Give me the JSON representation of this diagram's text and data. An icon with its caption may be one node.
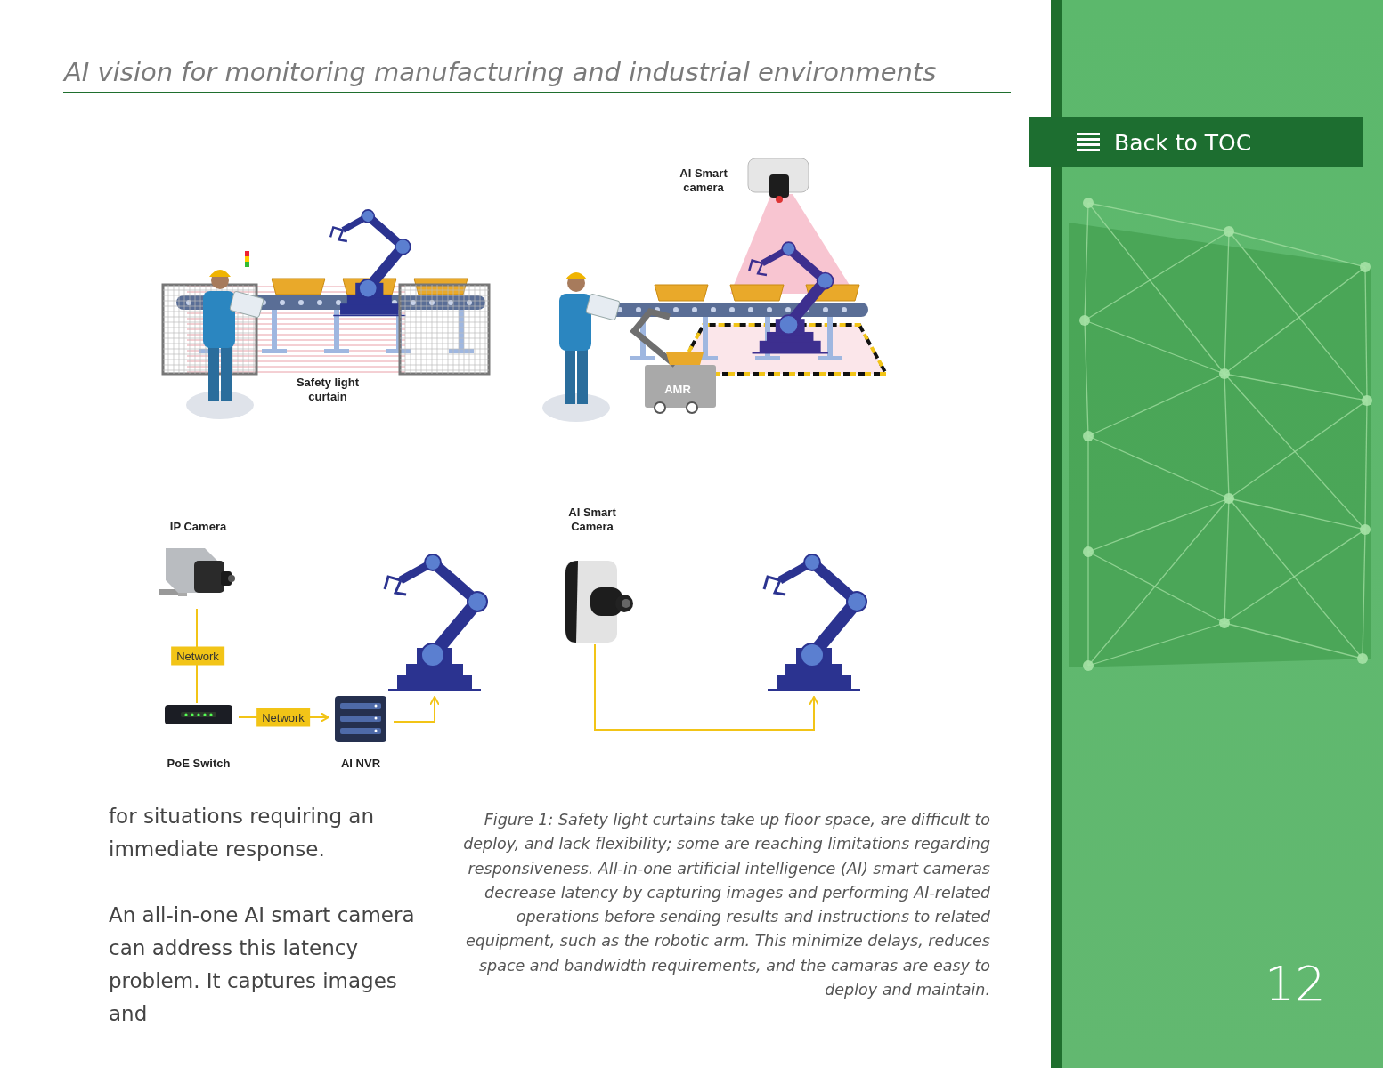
{
  "diagram": {
    "title": "AI vision for monitoring manufacturing and industrial environments",
    "caption": "Figure 1: Safety light curtains take up floor space, are difficult to deploy, and lack flexibility; some are reaching limitations regarding responsiveness. All-in-one artificial intelligence (AI) smart cameras decrease latency by capturing images and performing AI-related operations before sending results and instructions to related equipment, such as the robotic arm. This minimize delays, reduces space and bandwidth requirements, and the camaras are easy to deploy and maintain.",
    "nodes": [
      {
        "text": [
          "IP Camera"
        ]
      },
      {
        "text": [
          "PoE Switch"
        ]
      },
      {
        "text": [
          "AI NVR"
        ]
      },
      {
        "text": [],
        "shape": "picture"
      },
      {
        "text": [
          "AI Smart Camera"
        ]
      },
      {
        "text": [],
        "shape": "picture"
      }
    ],
    "edges": [
      {
        "from": 0,
        "to": 1,
        "arrow": "none",
        "label": "Network"
      },
      {
        "from": 1,
        "to": 2,
        "arrow": "to",
        "label": "Network"
      },
      {
        "from": 2,
        "to": 3,
        "arrow": "to"
      },
      {
        "from": 4,
        "to": 5,
        "arrow": "to"
      }
    ],
    "labels": [
      "Back to TOC",
      "AI Smart camera",
      "Safety light curtain",
      "AMR",
      "for situations requiring an immediate response.",
      "An all-in-one AI smart camera can address this latency problem. It captures images and",
      "12"
    ]
  }
}
